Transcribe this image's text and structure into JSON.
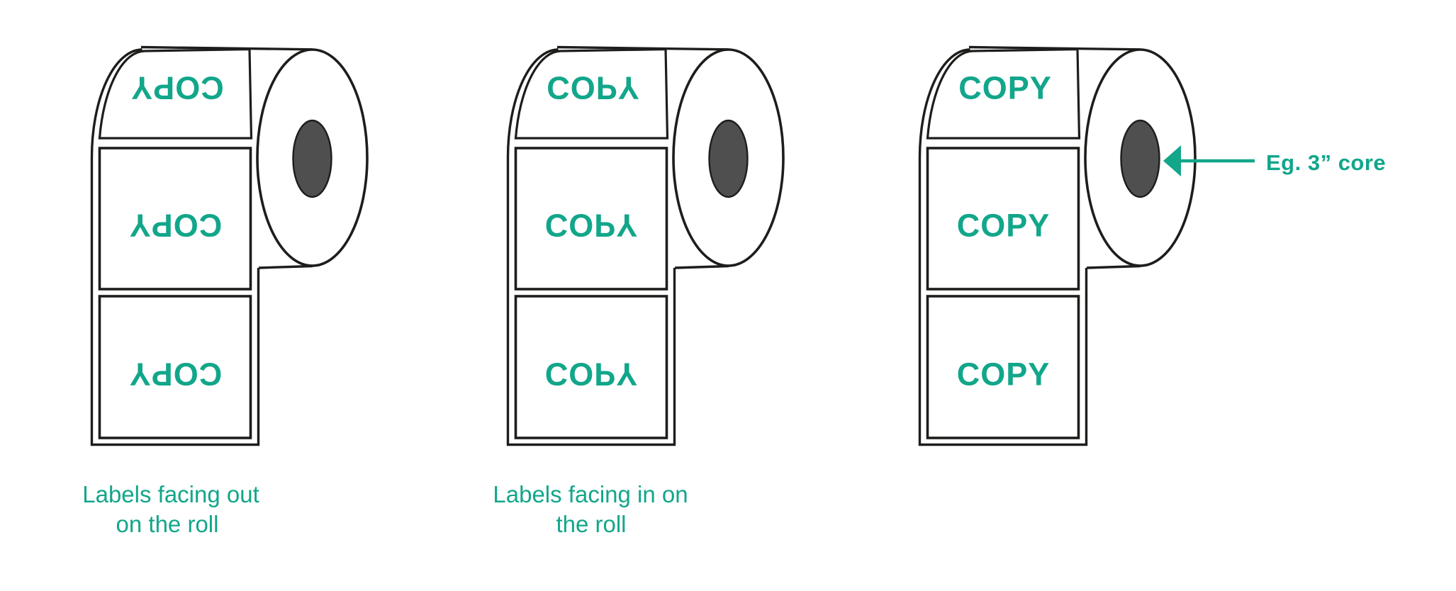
{
  "title": "Label roll orientation diagram",
  "colors": {
    "teal": "#12A68A",
    "ink": "#1D1D1B",
    "core": "#4F4F4F",
    "paper": "#FFFFFF"
  },
  "rolls": [
    {
      "id": "labels-facing-out",
      "label_text": "COPY",
      "orientation": "rotated-180",
      "caption_line1": "Labels facing out",
      "caption_line2": "on the roll"
    },
    {
      "id": "labels-facing-in",
      "label_text": "COPY",
      "orientation": "mirrored-vertically",
      "caption_line1": "Labels facing in on",
      "caption_line2": "the roll"
    },
    {
      "id": "labels-upright",
      "label_text": "COPY",
      "orientation": "upright"
    }
  ],
  "annotation": {
    "text": "Eg. 3” core"
  }
}
